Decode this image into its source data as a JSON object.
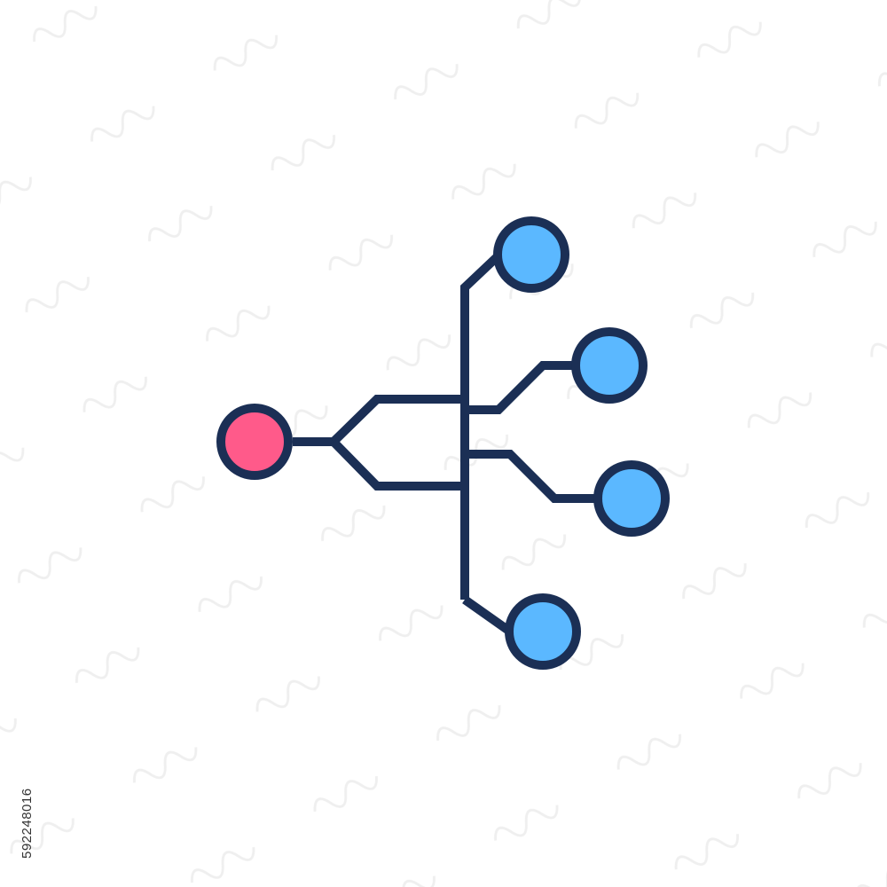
{
  "icon": {
    "name": "network-distribution-icon",
    "colors": {
      "stroke": "#1b2f55",
      "source_node_fill": "#ff5a8a",
      "target_node_fill": "#5bb8ff",
      "background": "#ffffff"
    },
    "source_node_count": 1,
    "target_node_count": 4
  },
  "stock_id": "592248016"
}
